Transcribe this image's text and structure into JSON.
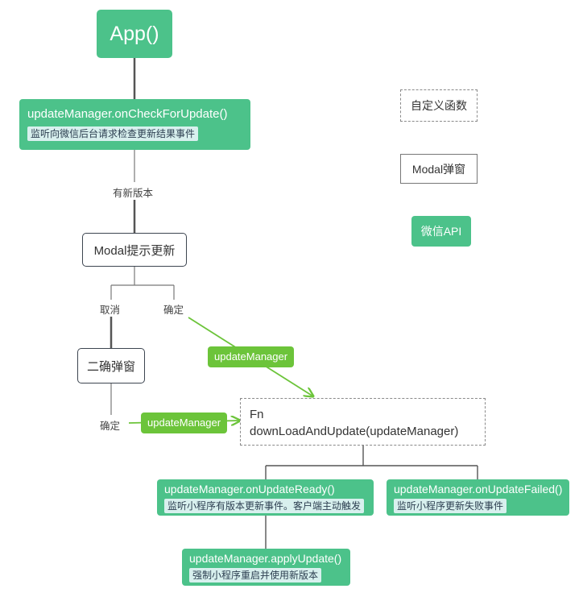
{
  "nodes": {
    "app": "App()",
    "on_check": {
      "title": "updateManager.onCheckForUpdate()",
      "note": "监听向微信后台请求检查更新结果事件"
    },
    "modal_update": "Modal提示更新",
    "confirm_dialog": "二确弹窗",
    "fn": {
      "line1": "Fn",
      "line2": "downLoadAndUpdate(updateManager)"
    },
    "on_ready": {
      "title": "updateManager.onUpdateReady()",
      "note": "监听小程序有版本更新事件。客户端主动触发"
    },
    "on_failed": {
      "title": "updateManager.onUpdateFailed()",
      "note": "监听小程序更新失败事件"
    },
    "apply": {
      "title": "updateManager.applyUpdate()",
      "note": "强制小程序重启并使用新版本"
    }
  },
  "edge_labels": {
    "has_new_version": "有新版本",
    "cancel": "取消",
    "confirm_1": "确定",
    "confirm_2": "确定",
    "chip_1": "updateManager",
    "chip_2": "updateManager"
  },
  "legend": {
    "custom_function": "自定义函数",
    "modal": "Modal弹窗",
    "wechat_api": "微信API"
  },
  "colors": {
    "api_green": "#4cc28a",
    "flow_green": "#6cc43a",
    "note_bg": "#d8f0ee",
    "line": "#555555"
  }
}
